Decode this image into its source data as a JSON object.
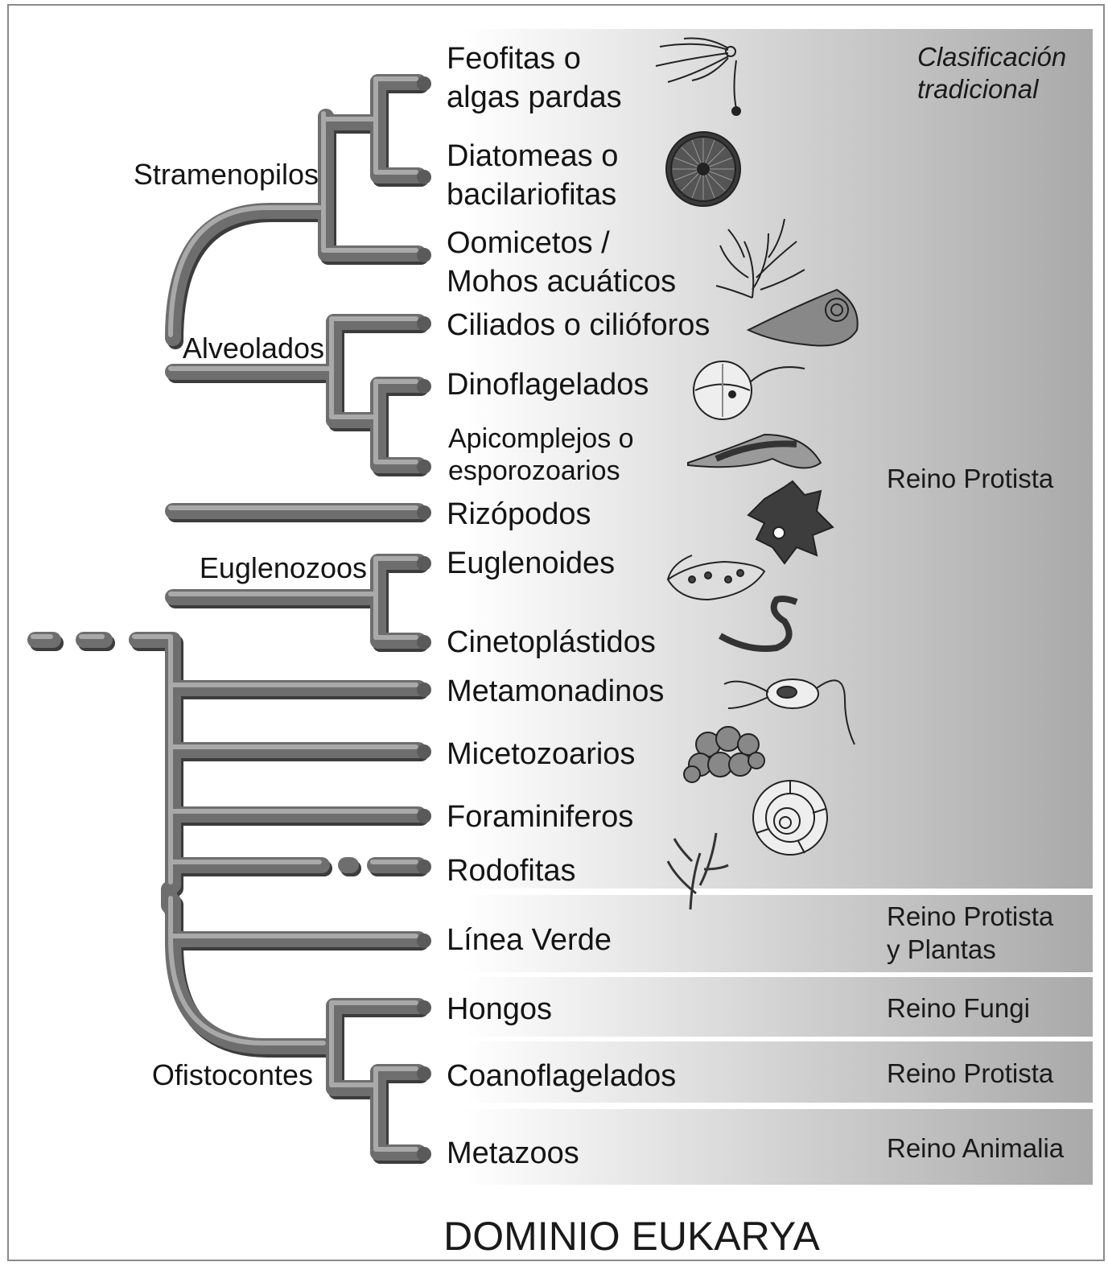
{
  "title": "DOMINIO EUKARYA",
  "header_note": [
    "Clasificación",
    "tradicional"
  ],
  "groups": {
    "stramenopilos": "Stramenopilos",
    "alveolados": "Alveolados",
    "euglenozoos": "Euglenozoos",
    "ofistocontes": "Ofistocontes"
  },
  "taxa": {
    "feofitas": [
      "Feofitas o",
      "algas pardas"
    ],
    "diatomeas": [
      "Diatomeas o",
      "bacilariofitas"
    ],
    "oomicetos": [
      "Oomicetos /",
      "Mohos acuáticos"
    ],
    "ciliados": "Ciliados o cilióforos",
    "dinoflagelados": "Dinoflagelados",
    "apicomplejos": [
      "Apicomplejos o",
      "esporozoarios"
    ],
    "rizopodos": "Rizópodos",
    "euglenoides": "Euglenoides",
    "cinetoplastidos": "Cinetoplástidos",
    "metamonadinos": "Metamonadinos",
    "micetozoarios": "Micetozoarios",
    "foraminiferos": "Foraminiferos",
    "rodofitas": "Rodofitas",
    "linea_verde": "Línea Verde",
    "hongos": "Hongos",
    "coanoflagelados": "Coanoflagelados",
    "metazoos": "Metazoos"
  },
  "kingdoms": {
    "protista": "Reino Protista",
    "protista_plantas": [
      "Reino Protista",
      "y Plantas"
    ],
    "fungi": "Reino Fungi",
    "protista_2": "Reino Protista",
    "animalia": "Reino Animalia"
  },
  "illustrations": [
    "brown-alga-icon",
    "diatom-icon",
    "water-mold-icon",
    "ciliate-icon",
    "dinoflagellate-icon",
    "sporozoan-icon",
    "amoeba-icon",
    "euglena-icon",
    "trypanosome-icon",
    "metamonad-icon",
    "slime-mold-icon",
    "foraminifera-icon",
    "red-alga-icon"
  ],
  "colors": {
    "branch": "#6e6e6e",
    "branch_highlight": "#a9a9a9",
    "branch_shadow": "#3c3c3c",
    "panel_dark": "#b8b8b8",
    "text": "#141414"
  }
}
